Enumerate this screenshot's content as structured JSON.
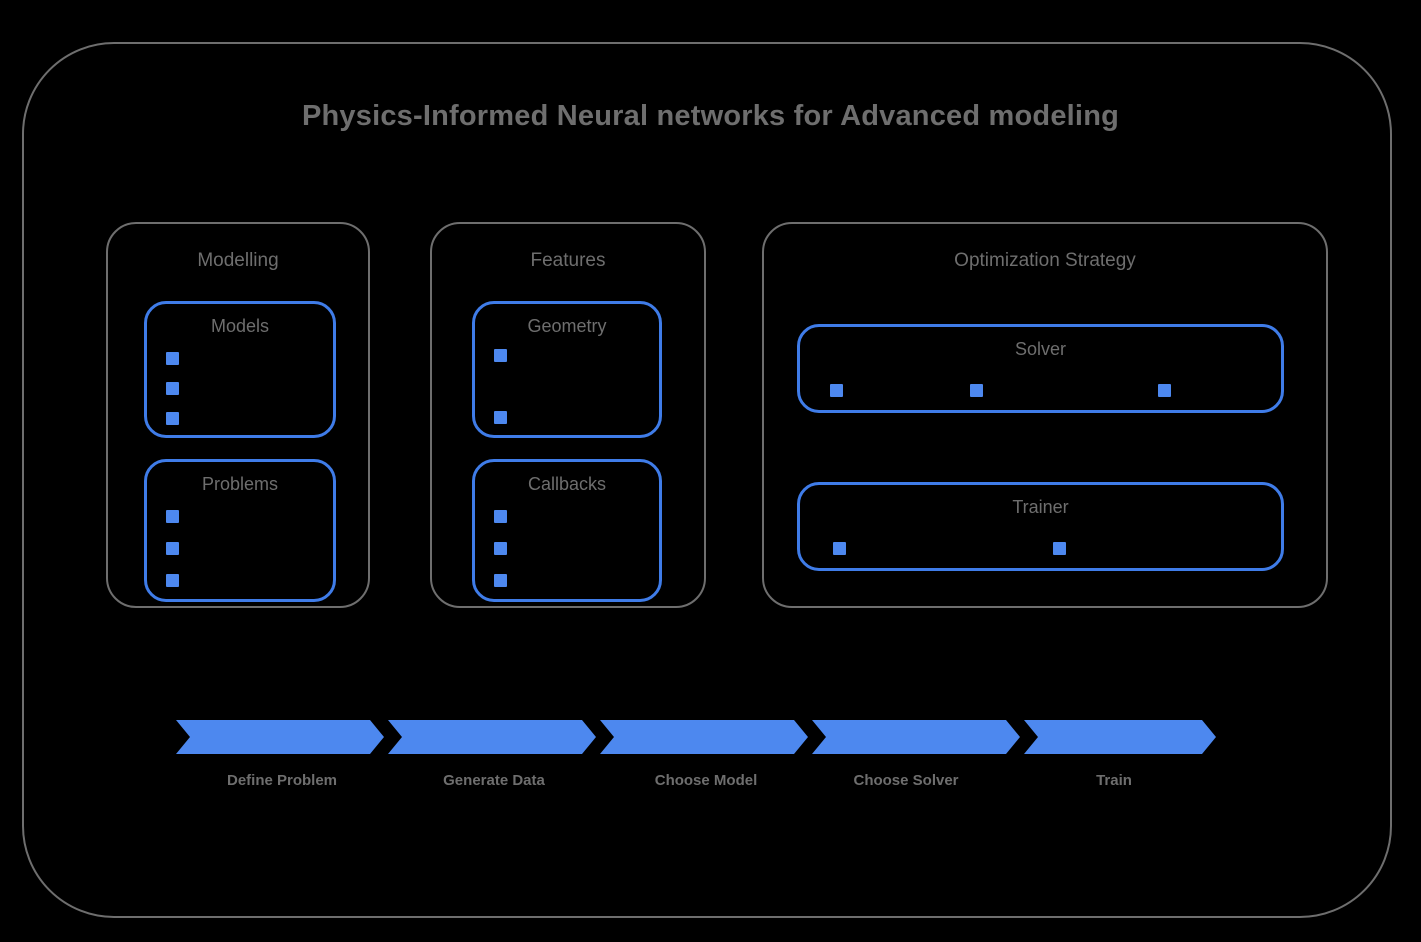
{
  "diagram": {
    "title": "Physics-Informed Neural networks for Advanced modeling",
    "colors": {
      "background": "#000000",
      "frame_border": "#6e6e6e",
      "text": "#6e6e6e",
      "accent_blue": "#4d88ef",
      "blue_border": "#3f7ce8"
    }
  },
  "groups": [
    {
      "id": "modelling",
      "label": "Modelling",
      "boxes": [
        {
          "id": "models",
          "label": "Models",
          "item_count": 3
        },
        {
          "id": "problems",
          "label": "Problems",
          "item_count": 3
        }
      ]
    },
    {
      "id": "features",
      "label": "Features",
      "boxes": [
        {
          "id": "geometry",
          "label": "Geometry",
          "item_count": 2
        },
        {
          "id": "callbacks",
          "label": "Callbacks",
          "item_count": 3
        }
      ]
    },
    {
      "id": "optimization",
      "label": "Optimization Strategy",
      "boxes": [
        {
          "id": "solver",
          "label": "Solver",
          "item_count": 3
        },
        {
          "id": "trainer",
          "label": "Trainer",
          "item_count": 2
        }
      ]
    }
  ],
  "pipeline": {
    "stages": [
      {
        "label": "Define Problem"
      },
      {
        "label": "Generate Data"
      },
      {
        "label": "Choose Model"
      },
      {
        "label": "Choose Solver"
      },
      {
        "label": "Train"
      }
    ]
  },
  "icons": {
    "cube": "cube-icon"
  }
}
